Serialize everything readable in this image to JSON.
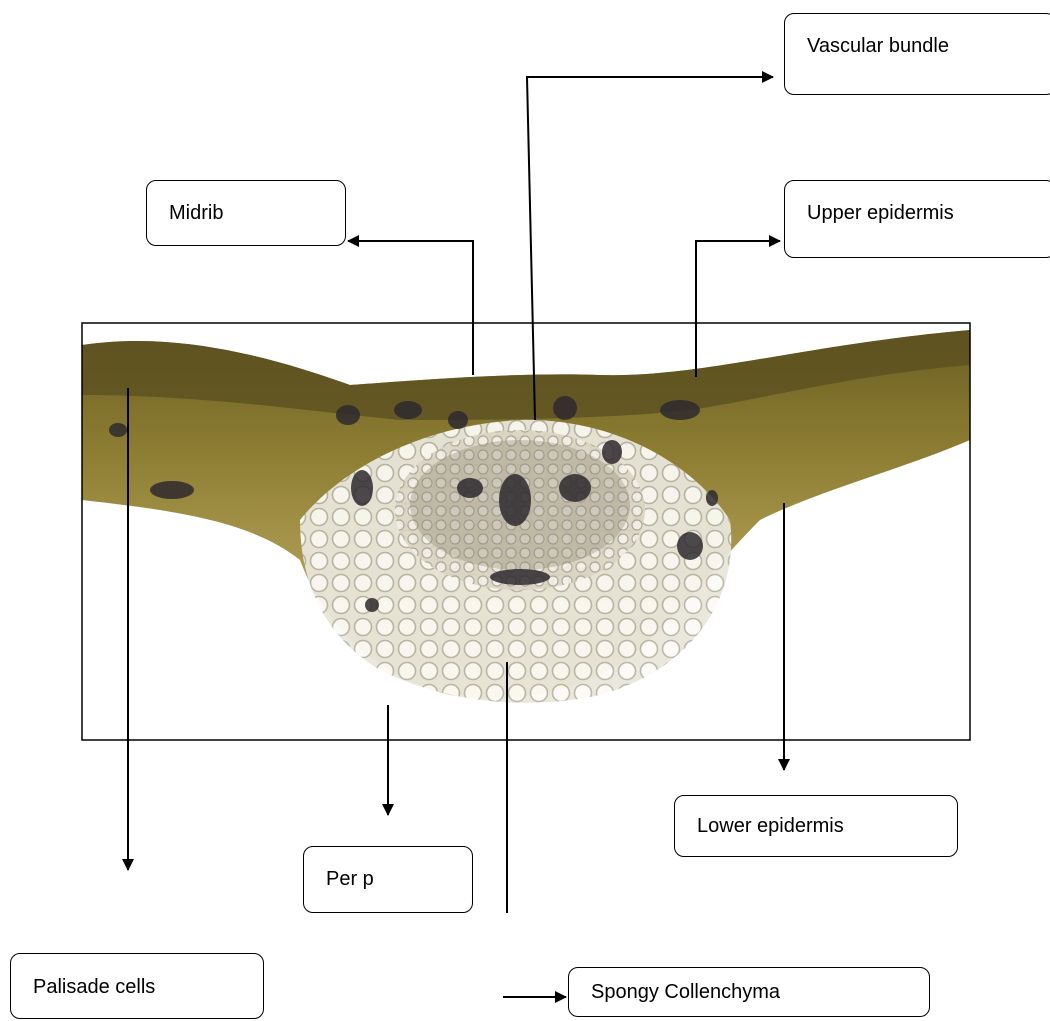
{
  "labels": {
    "vascular_bundle": "Vascular bundle",
    "midrib": "Midrib",
    "upper_epidermis": "Upper epidermis",
    "lower_epidermis": "Lower epidermis",
    "per_p": "Per p",
    "palisade_cells": "Palisade cells",
    "spongy_collenchyma": "Spongy Collenchyma"
  },
  "colors": {
    "line": "#000000",
    "tissue_green": "#8a7a2e",
    "tissue_yellow": "#c9b56a",
    "cell_pale": "#ece9de",
    "stain_dark": "#2e2a2e"
  }
}
